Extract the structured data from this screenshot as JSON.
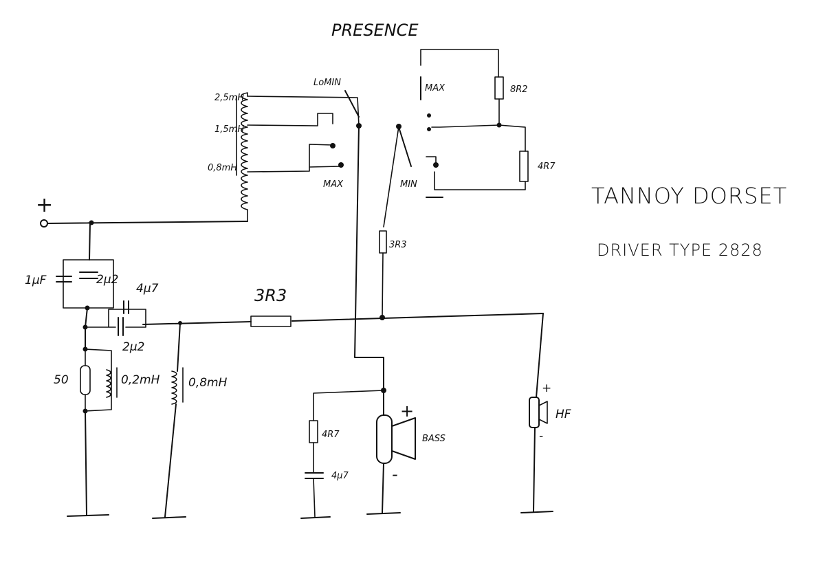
{
  "labels": {
    "presence": "PRESENCE",
    "lomin": "LoMIN",
    "max_left": "MAX",
    "max_right": "MAX",
    "min_right": "MIN",
    "ind_25": "2,5mH",
    "ind_15": "1,5mH",
    "ind_08": "0,8mH",
    "res_8r2": "8R2",
    "res_4r7_top": "4R7",
    "res_3r3_v": "3R3",
    "res_3r3_h": "3R3",
    "res_4r7_low": "4R7",
    "cap_4u7": "4µ7",
    "cap_1u": "1µF",
    "cap_2u2_left": "2µ2",
    "cap_4u7_top": "4µ7",
    "cap_2u2_low": "2µ2",
    "res_50": "50",
    "ind_02": "0,2mH",
    "ind_08b": "0,8mH",
    "driver_bass": "BASS",
    "driver_hf": "HF",
    "plus_input": "+",
    "plus_bass": "+",
    "minus_bass": "-",
    "plus_hf": "+",
    "minus_hf": "-"
  },
  "title": {
    "line1": "TANNOY DORSET",
    "line2": "DRIVER TYPE 2828"
  }
}
